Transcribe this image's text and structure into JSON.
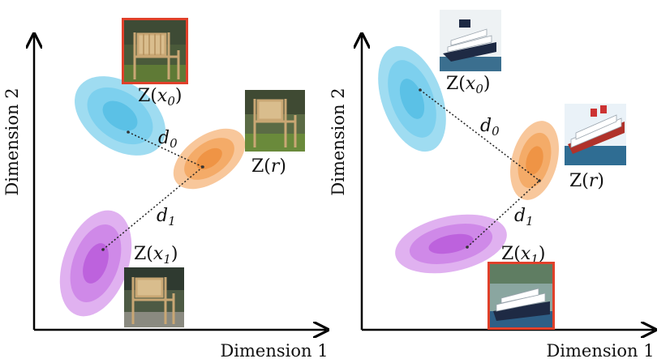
{
  "panels": [
    {
      "x_axis_label": "Dimension 1",
      "y_axis_label": "Dimension 2",
      "object": "chair",
      "highlighted_image": "x0",
      "labels": {
        "x0": "Z(x₀)",
        "r": "Z(r)",
        "x1": "Z(x₁)",
        "d0": "d₀",
        "d1": "d₁"
      }
    },
    {
      "x_axis_label": "Dimension 1",
      "y_axis_label": "Dimension 2",
      "object": "cruise-ship",
      "highlighted_image": "x1",
      "labels": {
        "x0": "Z(x₀)",
        "r": "Z(r)",
        "x1": "Z(x₁)",
        "d0": "d₀",
        "d1": "d₁"
      }
    }
  ],
  "colors": {
    "x0_cluster": "#5bc6e8",
    "r_cluster": "#f4a150",
    "x1_cluster": "#c46be0",
    "highlight_border": "#e0402a",
    "axis": "#000000"
  }
}
